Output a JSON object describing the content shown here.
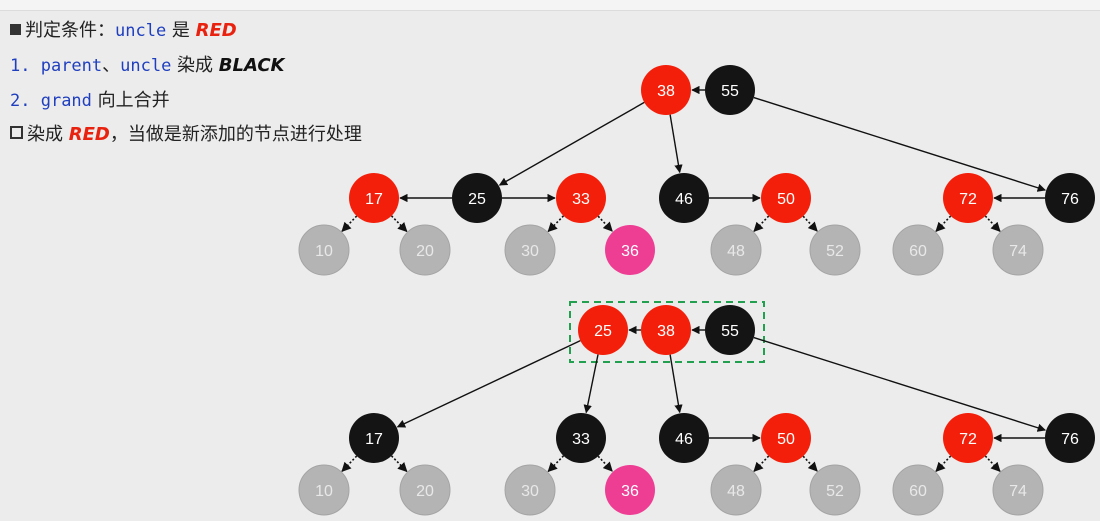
{
  "text": {
    "l1_prefix": "判定条件：",
    "l1_code": "uncle",
    "l1_mid": " 是 ",
    "l1_red": "RED",
    "l2_num": "1. ",
    "l2_code": "parent",
    "l2_sep": "、",
    "l2_code2": "uncle",
    "l2_mid": " 染成 ",
    "l2_black": "BLACK",
    "l3_num": "2. ",
    "l3_code": "grand",
    "l3_mid": " 向上合并",
    "l4_pre": "染成 ",
    "l4_red": "RED",
    "l4_post": "，当做是新添加的节点进行处理"
  },
  "colors": {
    "red": "#f41f0a",
    "black": "#141414",
    "gray": "#b4b4b4",
    "pink": "#ee3e94",
    "highlight": "#22a050"
  },
  "trees": [
    {
      "nodes": [
        {
          "id": "t1-38",
          "label": "38",
          "color": "red"
        },
        {
          "id": "t1-55",
          "label": "55",
          "color": "black"
        },
        {
          "id": "t1-17",
          "label": "17",
          "color": "red"
        },
        {
          "id": "t1-25",
          "label": "25",
          "color": "black"
        },
        {
          "id": "t1-33",
          "label": "33",
          "color": "red"
        },
        {
          "id": "t1-46",
          "label": "46",
          "color": "black"
        },
        {
          "id": "t1-50",
          "label": "50",
          "color": "red"
        },
        {
          "id": "t1-72",
          "label": "72",
          "color": "red"
        },
        {
          "id": "t1-76",
          "label": "76",
          "color": "black"
        },
        {
          "id": "t1-10",
          "label": "10",
          "color": "gray"
        },
        {
          "id": "t1-20",
          "label": "20",
          "color": "gray"
        },
        {
          "id": "t1-30",
          "label": "30",
          "color": "gray"
        },
        {
          "id": "t1-36",
          "label": "36",
          "color": "pink"
        },
        {
          "id": "t1-48",
          "label": "48",
          "color": "gray"
        },
        {
          "id": "t1-52",
          "label": "52",
          "color": "gray"
        },
        {
          "id": "t1-60",
          "label": "60",
          "color": "gray"
        },
        {
          "id": "t1-74",
          "label": "74",
          "color": "gray"
        }
      ],
      "edges": [
        {
          "from": "t1-55",
          "to": "t1-38",
          "style": "solid"
        },
        {
          "from": "t1-38",
          "to": "t1-25",
          "style": "solid"
        },
        {
          "from": "t1-38",
          "to": "t1-46",
          "style": "solid"
        },
        {
          "from": "t1-55",
          "to": "t1-76",
          "style": "solid"
        },
        {
          "from": "t1-25",
          "to": "t1-17",
          "style": "solid"
        },
        {
          "from": "t1-25",
          "to": "t1-33",
          "style": "solid"
        },
        {
          "from": "t1-46",
          "to": "t1-50",
          "style": "solid"
        },
        {
          "from": "t1-76",
          "to": "t1-72",
          "style": "solid"
        },
        {
          "from": "t1-17",
          "to": "t1-10",
          "style": "dotted"
        },
        {
          "from": "t1-17",
          "to": "t1-20",
          "style": "dotted"
        },
        {
          "from": "t1-33",
          "to": "t1-30",
          "style": "dotted"
        },
        {
          "from": "t1-33",
          "to": "t1-36",
          "style": "dotted"
        },
        {
          "from": "t1-50",
          "to": "t1-48",
          "style": "dotted"
        },
        {
          "from": "t1-50",
          "to": "t1-52",
          "style": "dotted"
        },
        {
          "from": "t1-72",
          "to": "t1-60",
          "style": "dotted"
        },
        {
          "from": "t1-72",
          "to": "t1-74",
          "style": "dotted"
        }
      ]
    },
    {
      "nodes": [
        {
          "id": "t2-25",
          "label": "25",
          "color": "red"
        },
        {
          "id": "t2-38",
          "label": "38",
          "color": "red"
        },
        {
          "id": "t2-55",
          "label": "55",
          "color": "black"
        },
        {
          "id": "t2-17",
          "label": "17",
          "color": "black"
        },
        {
          "id": "t2-33",
          "label": "33",
          "color": "black"
        },
        {
          "id": "t2-46",
          "label": "46",
          "color": "black"
        },
        {
          "id": "t2-50",
          "label": "50",
          "color": "red"
        },
        {
          "id": "t2-72",
          "label": "72",
          "color": "red"
        },
        {
          "id": "t2-76",
          "label": "76",
          "color": "black"
        },
        {
          "id": "t2-10",
          "label": "10",
          "color": "gray"
        },
        {
          "id": "t2-20",
          "label": "20",
          "color": "gray"
        },
        {
          "id": "t2-30",
          "label": "30",
          "color": "gray"
        },
        {
          "id": "t2-36",
          "label": "36",
          "color": "pink"
        },
        {
          "id": "t2-48",
          "label": "48",
          "color": "gray"
        },
        {
          "id": "t2-52",
          "label": "52",
          "color": "gray"
        },
        {
          "id": "t2-60",
          "label": "60",
          "color": "gray"
        },
        {
          "id": "t2-74",
          "label": "74",
          "color": "gray"
        }
      ],
      "edges": [
        {
          "from": "t2-38",
          "to": "t2-25",
          "style": "solid"
        },
        {
          "from": "t2-55",
          "to": "t2-38",
          "style": "solid"
        },
        {
          "from": "t2-25",
          "to": "t2-17",
          "style": "solid"
        },
        {
          "from": "t2-25",
          "to": "t2-33",
          "style": "solid"
        },
        {
          "from": "t2-38",
          "to": "t2-46",
          "style": "solid"
        },
        {
          "from": "t2-55",
          "to": "t2-76",
          "style": "solid"
        },
        {
          "from": "t2-46",
          "to": "t2-50",
          "style": "solid"
        },
        {
          "from": "t2-76",
          "to": "t2-72",
          "style": "solid"
        },
        {
          "from": "t2-17",
          "to": "t2-10",
          "style": "dotted"
        },
        {
          "from": "t2-17",
          "to": "t2-20",
          "style": "dotted"
        },
        {
          "from": "t2-33",
          "to": "t2-30",
          "style": "dotted"
        },
        {
          "from": "t2-33",
          "to": "t2-36",
          "style": "dotted"
        },
        {
          "from": "t2-50",
          "to": "t2-48",
          "style": "dotted"
        },
        {
          "from": "t2-50",
          "to": "t2-52",
          "style": "dotted"
        },
        {
          "from": "t2-72",
          "to": "t2-60",
          "style": "dotted"
        },
        {
          "from": "t2-72",
          "to": "t2-74",
          "style": "dotted"
        }
      ]
    }
  ]
}
